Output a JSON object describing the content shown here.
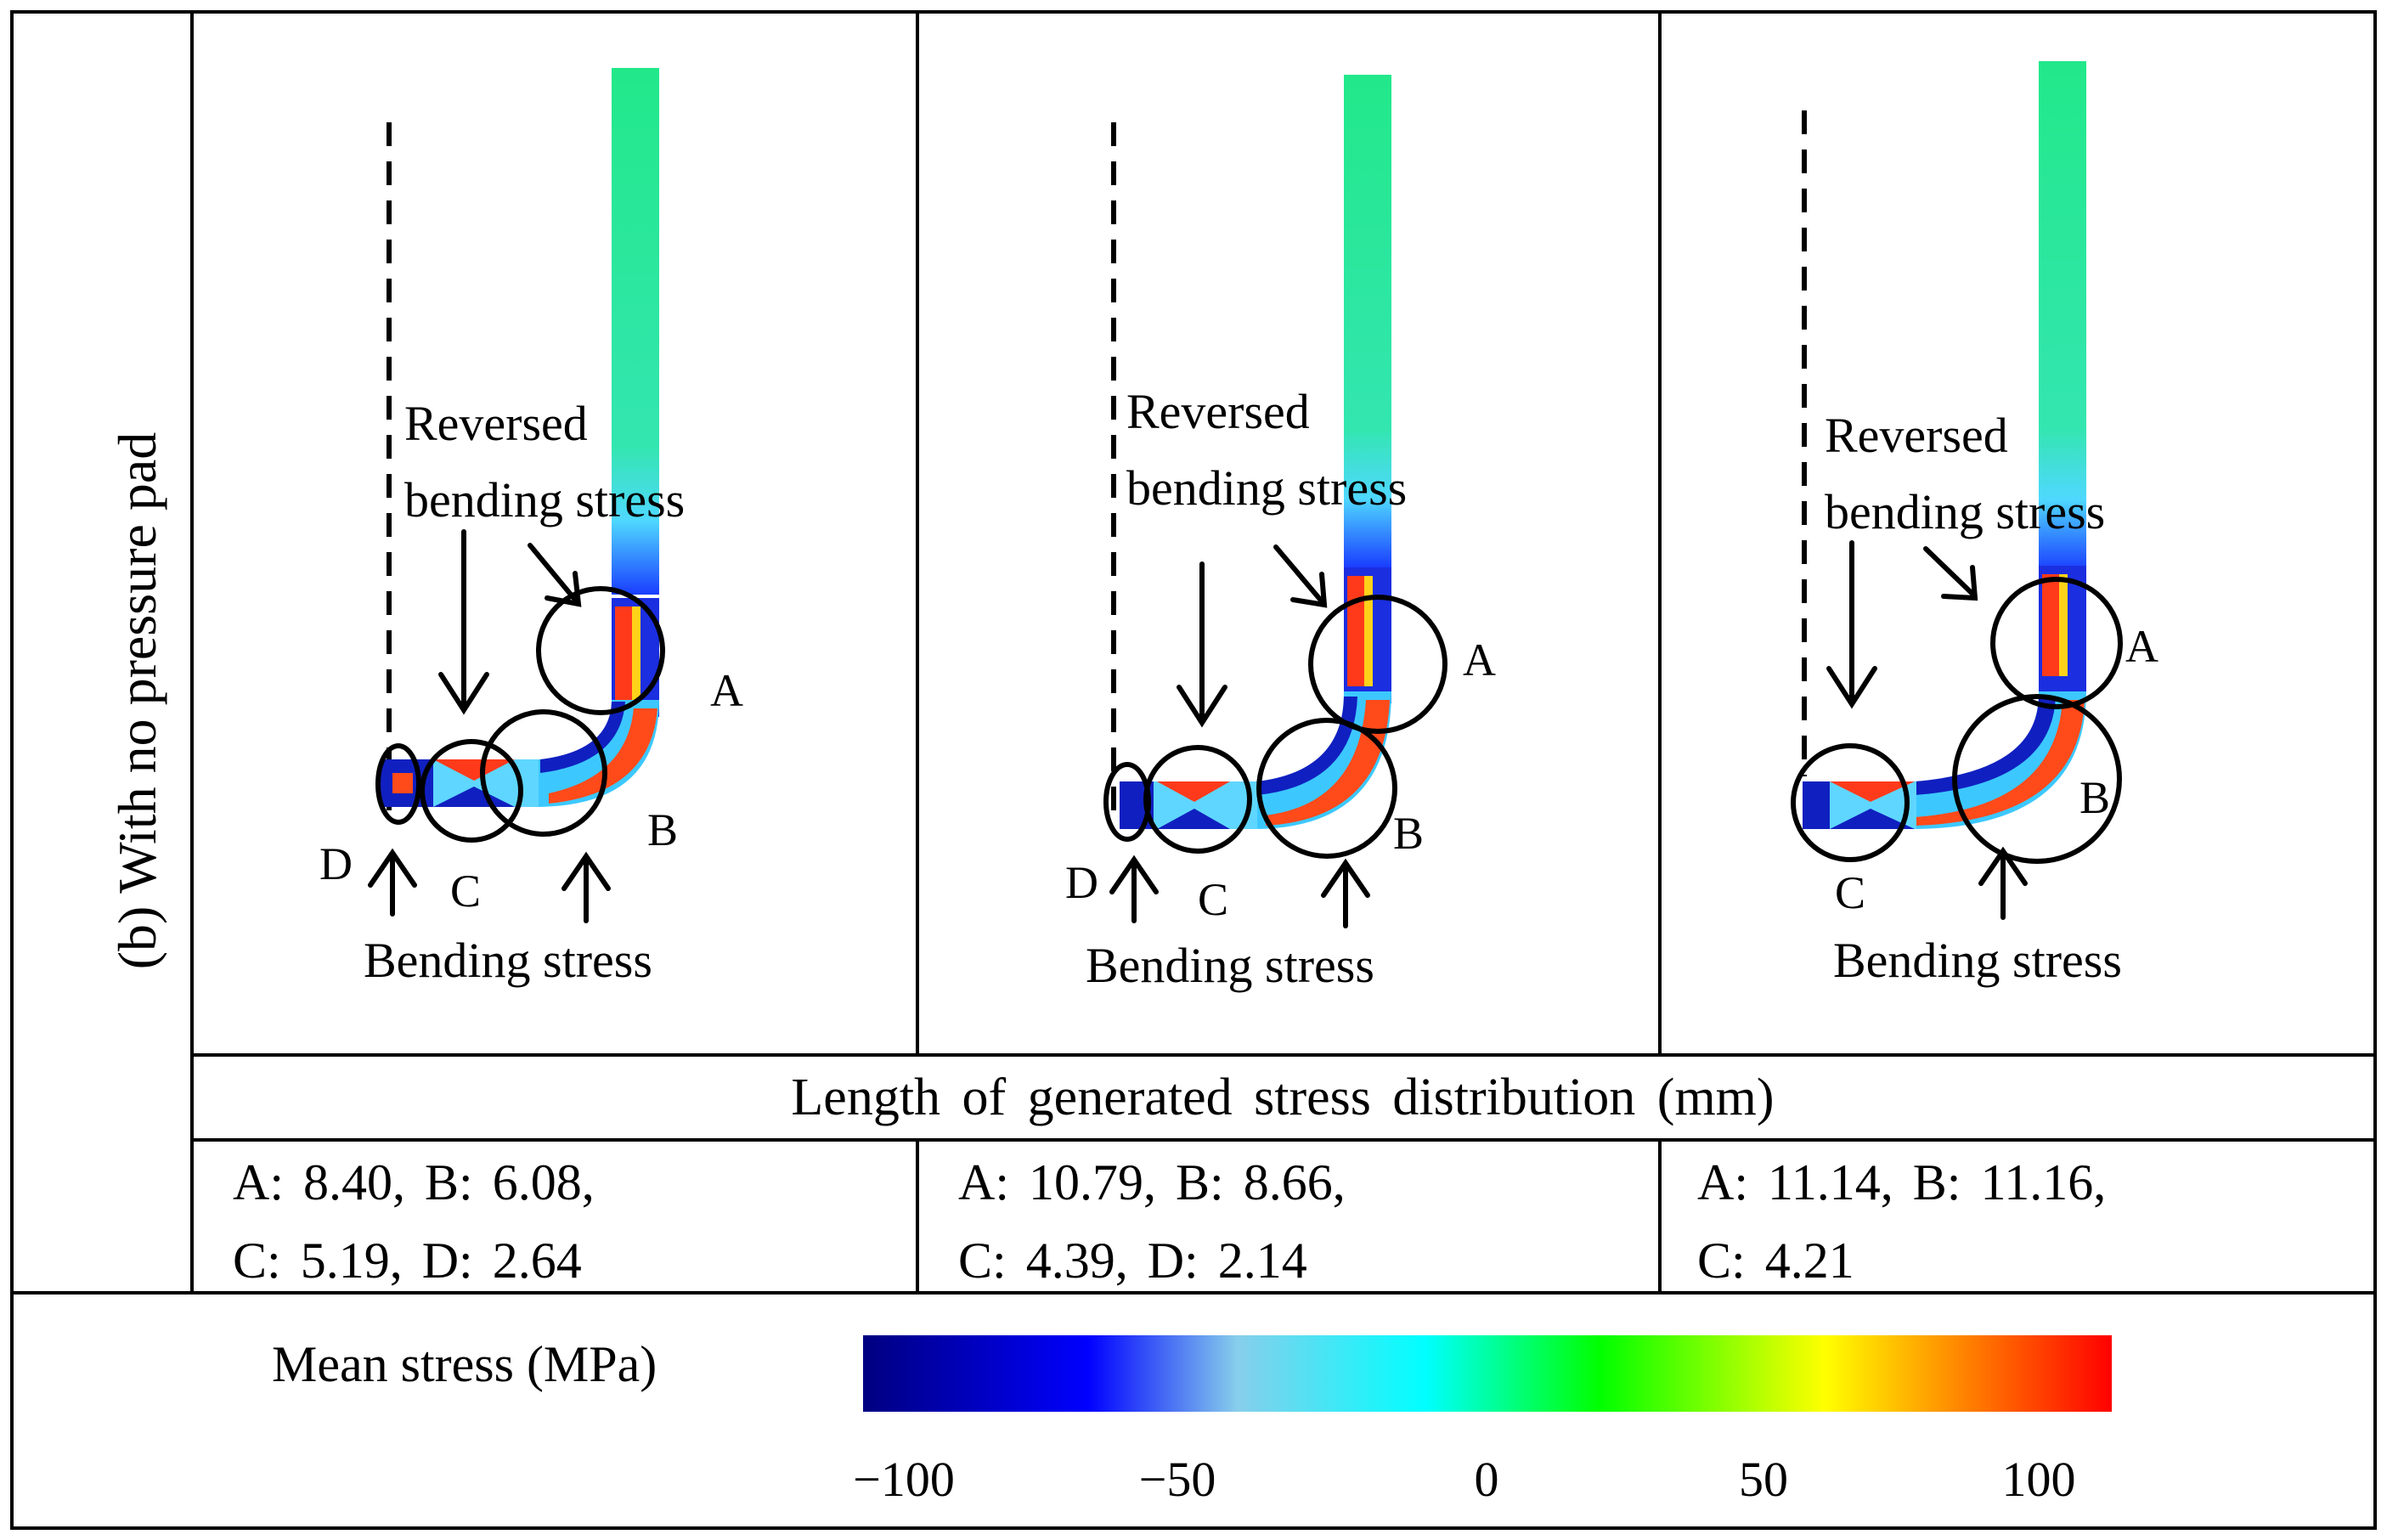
{
  "side_label": "(b) With no pressure pad",
  "annotations": {
    "reversed_line1": "Reversed",
    "reversed_line2": "bending stress",
    "bending": "Bending stress"
  },
  "letters": {
    "a": "A",
    "b": "B",
    "c": "C",
    "d": "D"
  },
  "length_header": "Length of generated stress distribution (mm)",
  "lengths": [
    {
      "line1": "A: 8.40, B: 6.08,",
      "line2": "C: 5.19, D: 2.64"
    },
    {
      "line1": "A: 10.79, B: 8.66,",
      "line2": "C: 4.39, D: 2.14"
    },
    {
      "line1": "A: 11.14, B: 11.16,",
      "line2": "C: 4.21"
    }
  ],
  "legend": {
    "title": "Mean stress (MPa)",
    "ticks": [
      "−100",
      "−50",
      "0",
      "50",
      "100"
    ],
    "range": [
      -100,
      100
    ],
    "colors": [
      "#000080",
      "#0000ff",
      "#87ceeb",
      "#00ffff",
      "#00ff00",
      "#ffff00",
      "#ff0000"
    ]
  }
}
